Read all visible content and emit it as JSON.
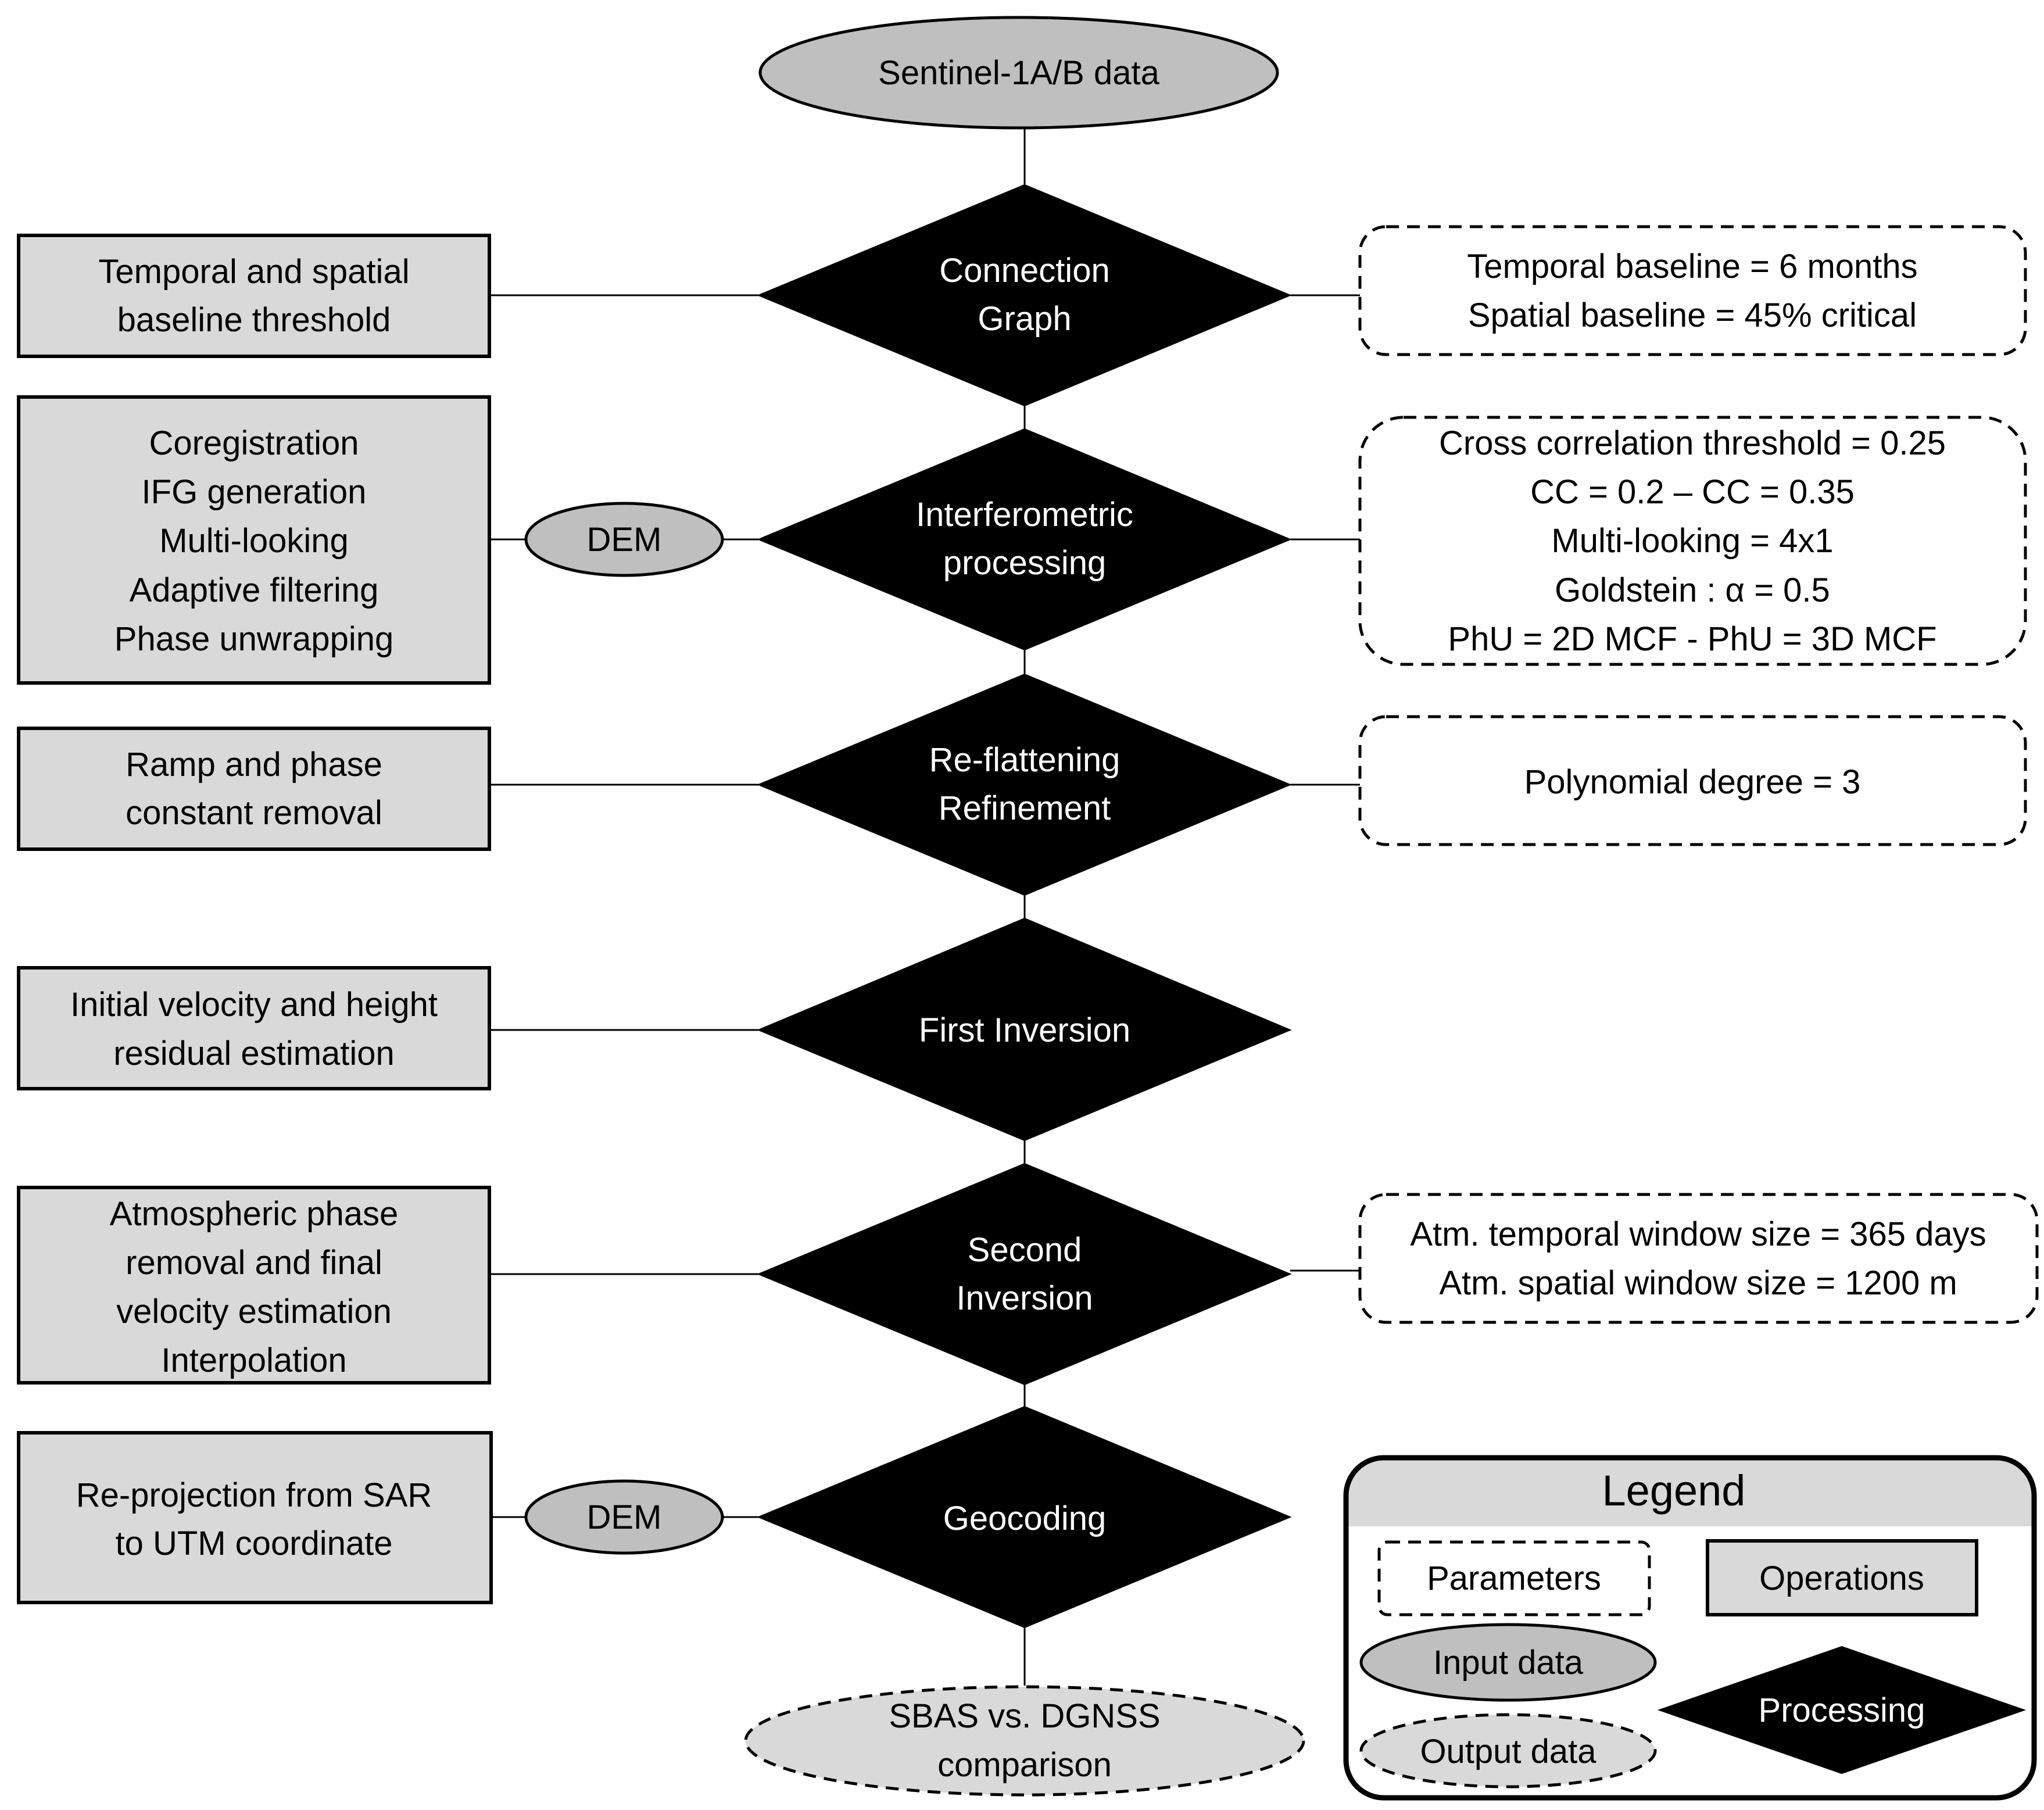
{
  "input": {
    "sentinel": "Sentinel-1A/B data",
    "dem": "DEM"
  },
  "output": {
    "line1": "SBAS vs. DGNSS",
    "line2": "comparison"
  },
  "processing": {
    "connection_graph": [
      "Connection",
      "Graph"
    ],
    "interferometric": [
      "Interferometric",
      "processing"
    ],
    "reflattening": [
      "Re-flattening",
      "Refinement"
    ],
    "first_inversion": "First Inversion",
    "second_inversion": [
      "Second",
      "Inversion"
    ],
    "geocoding": "Geocoding"
  },
  "operations": {
    "baseline": [
      "Temporal and spatial",
      "baseline threshold"
    ],
    "interferometric": [
      "Coregistration",
      "IFG generation",
      "Multi-looking",
      "Adaptive filtering",
      "Phase unwrapping"
    ],
    "ramp": [
      "Ramp and phase",
      "constant removal"
    ],
    "initial_velocity": [
      "Initial velocity and height",
      "residual estimation"
    ],
    "atmospheric": [
      "Atmospheric phase",
      "removal and final",
      "velocity estimation",
      "Interpolation"
    ],
    "reprojection": [
      "Re-projection from SAR",
      "to UTM coordinate"
    ]
  },
  "parameters": {
    "baseline": [
      "Temporal baseline = 6 months",
      "Spatial baseline = 45%  critical"
    ],
    "interferometric": [
      "Cross correlation threshold = 0.25",
      "CC = 0.2 –  CC = 0.35",
      "Multi-looking = 4x1",
      "Goldstein : α = 0.5",
      "PhU = 2D MCF - PhU = 3D MCF"
    ],
    "reflattening": "Polynomial degree = 3",
    "atmospheric": [
      "Atm. temporal window  size = 365 days",
      "Atm. spatial window  size = 1200 m"
    ]
  },
  "legend": {
    "title": "Legend",
    "parameters": "Parameters",
    "operations": "Operations",
    "input_data": "Input data",
    "processing": "Processing",
    "output_data": "Output data"
  }
}
